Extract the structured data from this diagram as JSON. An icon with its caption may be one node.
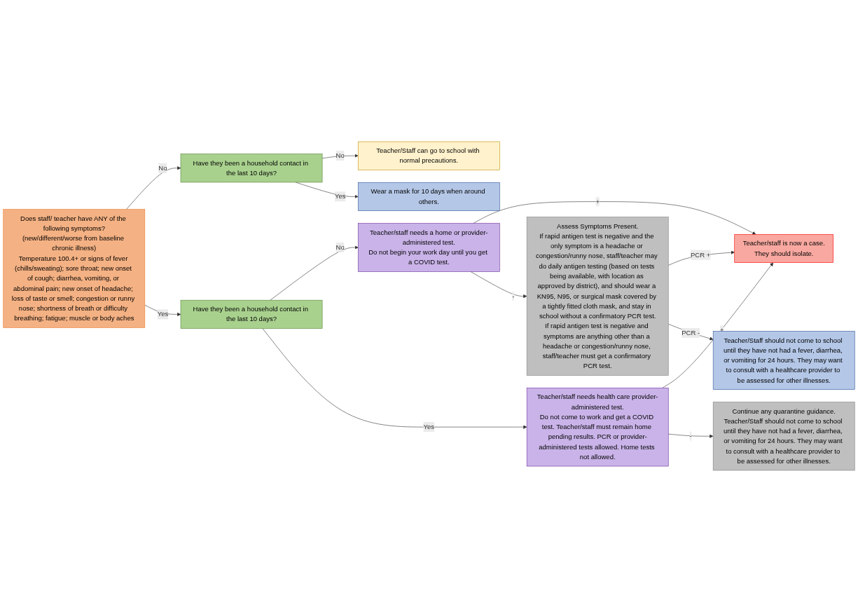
{
  "diagram": {
    "nodes": [
      {
        "text": [
          "Does staff/ teacher have ANY of the following symptoms?",
          "(new/different/worse from baseline chronic illness)",
          "Temperature 100.4+ or signs of fever (chills/sweating); sore throat; new onset of cough; diarrhea, vomiting, or abdominal pain; new onset of headache; loss of taste or smell; congestion or runny nose; shortness of breath or difficulty breathing; fatigue; muscle or body aches"
        ]
      },
      {
        "text": [
          "Have they been a household contact in the last 10 days?"
        ]
      },
      {
        "text": [
          "Teacher/Staff can go to school with normal precautions."
        ]
      },
      {
        "text": [
          "Wear a mask for 10 days when around others."
        ]
      },
      {
        "text": [
          "Have they been a household contact in the last 10 days?"
        ]
      },
      {
        "text": [
          "Teacher/staff needs a home or provider-administered test.",
          "Do not begin your work day until you get a COVID test."
        ]
      },
      {
        "text": [
          "Teacher/staff needs health care provider-administered test.",
          "Do not come to work and get a COVID test. Teacher/staff must remain home pending results. PCR or provider-administered tests allowed. Home tests not allowed."
        ]
      },
      {
        "text": [
          "Teacher/staff is now a case.",
          "They should isolate."
        ]
      },
      {
        "text": [
          "Assess Symptoms Present.",
          "If rapid antigen test is negative and the only symptom is a headache or congestion/runny nose, staff/teacher may do daily antigen testing (based on tests being available, with location as approved by district), and should wear a KN95, N95, or surgical mask covered by a tightly fitted cloth mask, and stay in school without a confirmatory PCR test.",
          "If rapid antigen test is negative and symptoms are anything other than a headache or congestion/runny nose, staff/teacher must get a confirmatory PCR test."
        ]
      },
      {
        "text": [
          "Continue any quarantine guidance.",
          "Teacher/Staff should not come to school until they have not had a fever, diarrhea, or vomiting for 24 hours. They may want to consult with a healthcare provider to be assessed for other illnesses."
        ]
      },
      {
        "text": [
          "Teacher/Staff should not come to school until they have not had a fever, diarrhea, or vomiting for 24 hours. They may want to consult with a healthcare provider to be assessed for other illnesses."
        ]
      }
    ],
    "edges": [
      {
        "from": 0,
        "to": 1,
        "label": "No",
        "arrow": "to"
      },
      {
        "from": 0,
        "to": 4,
        "label": "Yes",
        "arrow": "to"
      },
      {
        "from": 1,
        "to": 2,
        "label": "No",
        "arrow": "to"
      },
      {
        "from": 1,
        "to": 3,
        "label": "Yes",
        "arrow": "to"
      },
      {
        "from": 4,
        "to": 5,
        "label": "No",
        "arrow": "to"
      },
      {
        "from": 4,
        "to": 6,
        "label": "Yes",
        "arrow": "to"
      },
      {
        "from": 5,
        "to": 7,
        "label": "+",
        "arrow": "to"
      },
      {
        "from": 6,
        "to": 7,
        "label": "+",
        "arrow": "to"
      },
      {
        "from": 5,
        "to": 8,
        "label": "-",
        "arrow": "to"
      },
      {
        "from": 8,
        "to": 7,
        "label": "PCR +",
        "arrow": "to"
      },
      {
        "from": 8,
        "to": 10,
        "label": "PCR -",
        "arrow": "to"
      },
      {
        "from": 6,
        "to": 9,
        "label": "-",
        "arrow": "to"
      }
    ]
  }
}
